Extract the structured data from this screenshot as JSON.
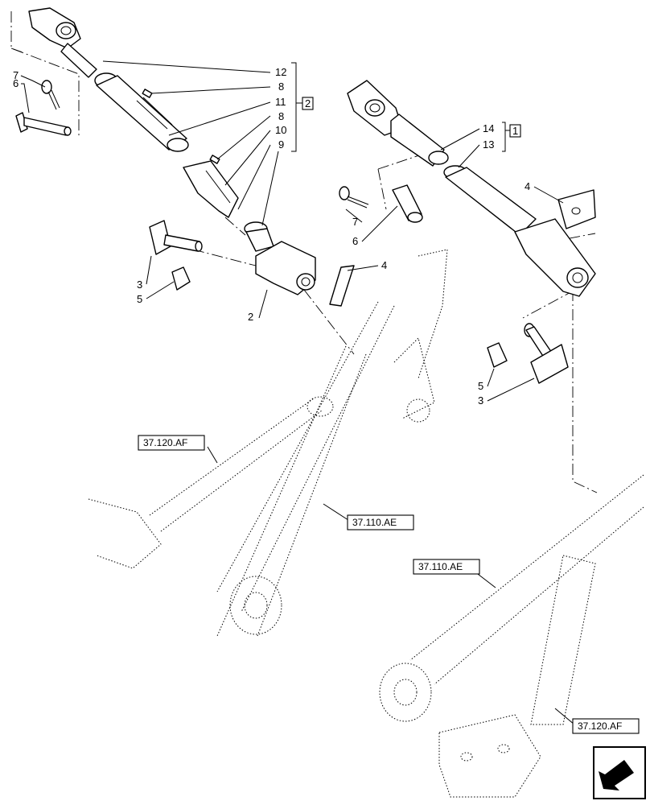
{
  "callouts": [
    {
      "id": "c12",
      "text": "12"
    },
    {
      "id": "c8a",
      "text": "8"
    },
    {
      "id": "c11",
      "text": "11"
    },
    {
      "id": "c8b",
      "text": "8"
    },
    {
      "id": "c10",
      "text": "10"
    },
    {
      "id": "c9",
      "text": "9"
    },
    {
      "id": "c7a",
      "text": "7"
    },
    {
      "id": "c6a",
      "text": "6"
    },
    {
      "id": "c3a",
      "text": "3"
    },
    {
      "id": "c5a",
      "text": "5"
    },
    {
      "id": "c2",
      "text": "2"
    },
    {
      "id": "c4a",
      "text": "4"
    },
    {
      "id": "c14",
      "text": "14"
    },
    {
      "id": "c13",
      "text": "13"
    },
    {
      "id": "c7b",
      "text": "7"
    },
    {
      "id": "c6b",
      "text": "6"
    },
    {
      "id": "c4b",
      "text": "4"
    },
    {
      "id": "c5b",
      "text": "5"
    },
    {
      "id": "c3b",
      "text": "3"
    }
  ],
  "assemblies": [
    {
      "id": "a2",
      "text": "2"
    },
    {
      "id": "a1",
      "text": "1"
    }
  ],
  "references": [
    {
      "id": "r1",
      "text": "37.120.AF"
    },
    {
      "id": "r2",
      "text": "37.110.AE"
    },
    {
      "id": "r3",
      "text": "37.110.AE"
    },
    {
      "id": "r4",
      "text": "37.120.AF"
    }
  ],
  "nav_icon": "next-page-arrow-icon"
}
